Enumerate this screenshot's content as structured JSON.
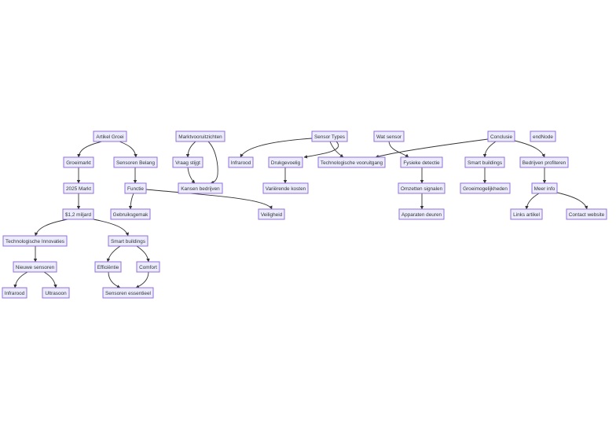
{
  "nodes": {
    "artikel_groei": "Artikel Groei",
    "groeimarkt": "Groeimarkt",
    "sensoren_belang": "Sensoren Belang",
    "markt_2025": "2025 Markt",
    "funct": "Functie",
    "miljard": "$1,2 miljard",
    "gebruiksgemak": "Gebruiksgemak",
    "tech_innovaties": "Technologische Innovaties",
    "smart_buildings_1": "Smart buildings",
    "nieuwe_sensoren": "Nieuwe sensoren",
    "efficientie": "Efficiëntie",
    "comfort": "Comfort",
    "infrarood_1": "Infrarood",
    "ultrasoon": "Ultrasoon",
    "sensoren_essentieel": "Sensoren essentieel",
    "marktvooruitzichten": "Marktvooruitzichten",
    "vraag_stijgt": "Vraag stijgt",
    "kansen_bedrijven": "Kansen bedrijven",
    "veiligheid": "Veiligheid",
    "sensor_types": "Sensor Types",
    "infrarood_2": "Infrarood",
    "drukgevoelig": "Drukgevoelig",
    "variërende_kosten": "Variërende kosten",
    "tech_vooruitgang": "Technologische vooruitgang",
    "wat_sensor": "Wat sensor",
    "fysieke_detectie": "Fysieke detectie",
    "omzetten_signalen": "Omzetten signalen",
    "apparaten_deuren": "Apparaten deuren",
    "conclusie": "Conclusie",
    "smart_buildings_2": "Smart buildings",
    "groeimogelijkheden": "Groeimogelijkheden",
    "bedrijven_profiteren": "Bedrijven profiteren",
    "meer_info": "Meer info",
    "links_artikel": "Links artikel",
    "contact_website": "Contact website",
    "end_node": "endNode"
  }
}
